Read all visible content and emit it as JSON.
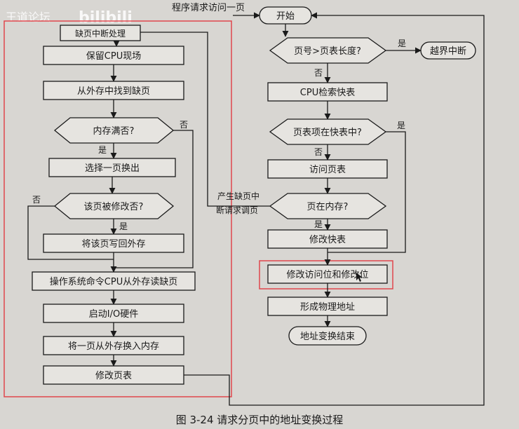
{
  "watermark": "王道论坛",
  "flow": {
    "start": "开始",
    "request_label": "程序请求访问一页",
    "check_page_no": "页号>页表长度?",
    "yes": "是",
    "no": "否",
    "out_of_bounds": "越界中断",
    "cpu_check_tlb": "CPU检索快表",
    "in_tlb": "页表项在快表中?",
    "access_page_table": "访问页表",
    "page_in_memory": "页在内存?",
    "page_fault_line1": "产生缺页中",
    "page_fault_line2": "断请求调页",
    "modify_tlb": "修改快表",
    "modify_access_bits": "修改访问位和修改位",
    "form_physical_address": "形成物理地址",
    "end": "地址变换结束",
    "fault_handler_title": "缺页中断处理",
    "save_cpu": "保留CPU现场",
    "find_page": "从外存中找到缺页",
    "memory_full": "内存满否?",
    "choose_page": "选择一页换出",
    "page_modified": "该页被修改否?",
    "write_back": "将该页写回外存",
    "os_command": "操作系统命令CPU从外存读缺页",
    "start_io": "启动I/O硬件",
    "swap_in": "将一页从外存换入内存",
    "modify_page_table": "修改页表"
  },
  "caption": "图 3-24    请求分页中的地址变换过程",
  "colors": {
    "line": "#1a1a1a",
    "highlight": "#e0474c",
    "box_fill": "#e6e4e0"
  }
}
